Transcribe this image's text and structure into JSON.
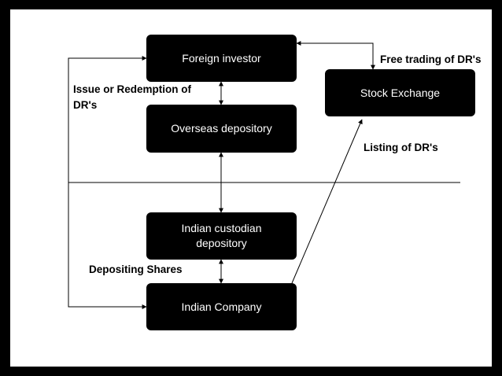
{
  "nodes": {
    "foreign_investor": "Foreign investor",
    "overseas_depository": "Overseas depository",
    "indian_custodian": "Indian custodian depository",
    "indian_company": "Indian Company",
    "stock_exchange": "Stock Exchange"
  },
  "labels": {
    "issue_redemption_line1": "Issue or Redemption of",
    "issue_redemption_line2": "DR's",
    "free_trading": "Free trading of DR's",
    "listing": "Listing of DR's",
    "depositing_shares": "Depositing Shares"
  },
  "colors": {
    "background": "#000000",
    "slide": "#ffffff",
    "box_fill": "#000000",
    "box_text": "#ffffff",
    "line": "#000000"
  }
}
